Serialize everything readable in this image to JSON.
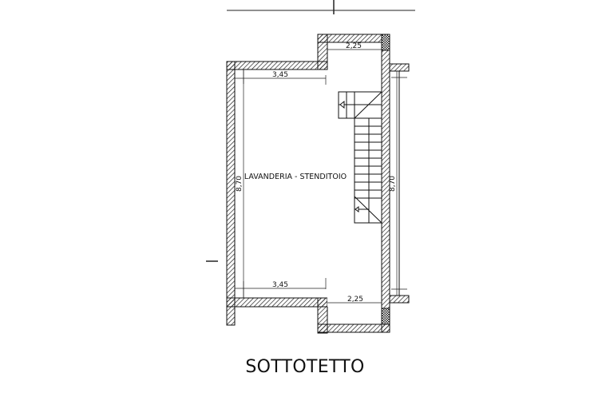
{
  "plan": {
    "title": "SOTTOTETTO",
    "room_label": "LAVANDERIA - STENDITOIO",
    "dimensions": {
      "top_left_width": "3,45",
      "top_bay_width": "2,25",
      "bottom_left_width": "3,45",
      "bottom_bay_width": "2,25",
      "left_height": "8,70",
      "right_height": "8,70"
    },
    "colors": {
      "line": "#111111",
      "hatch": "#333333",
      "background": "#ffffff"
    }
  }
}
